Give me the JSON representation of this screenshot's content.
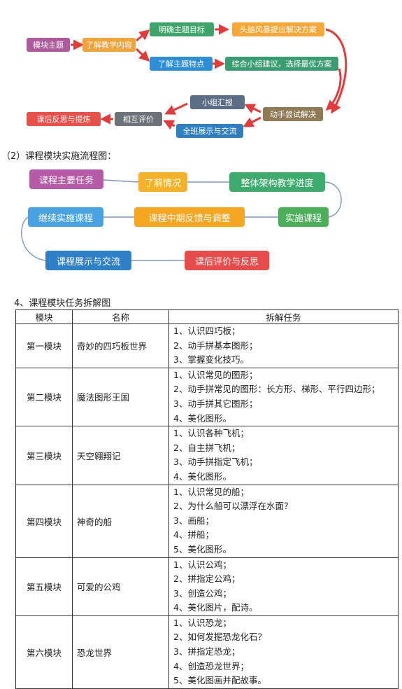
{
  "diagram1": {
    "nodes": {
      "module_theme": "模块主题",
      "understand_content": "了解教学内容",
      "clarify_goal": "明确主题目标",
      "brainstorm": "头脑风暴提出解决方案",
      "understand_features": "了解主题特点",
      "choose_best": "综合小组建议，选择最优方案",
      "hands_on": "动手尝试解决",
      "group_report": "小组汇报",
      "class_display": "全班展示与交流",
      "mutual_eval": "相互评价",
      "reflection": "课后反思与提炼"
    },
    "colors": {
      "module_theme": "#b05a9e",
      "understand_content": "#f2a23a",
      "clarify_goal": "#3fa46a",
      "brainstorm": "#f5a83a",
      "understand_features": "#2f8fd6",
      "choose_best": "#3a9c72",
      "hands_on": "#8e7a55",
      "group_report": "#5b6e86",
      "class_display": "#2f7fc1",
      "mutual_eval": "#6d7278",
      "reflection": "#e5514b",
      "arrow": "#e23b3b"
    }
  },
  "caption2": "（2）课程模块实施流程图：",
  "diagram2": {
    "nodes": {
      "main_task": "课程主要任务",
      "understand": "了解情况",
      "overall": "整体架构教学进度",
      "implement": "实施课程",
      "mid_feedback": "课程中期反馈与调整",
      "continue": "继续实施课程",
      "display": "课程展示与交流",
      "eval_reflect": "课后评价与反思"
    },
    "colors": {
      "main_task": "#b55aa7",
      "understand": "#f5b12a",
      "overall": "#3eaa6e",
      "implement": "#4cae5a",
      "mid_feedback": "#f5a623",
      "continue": "#4aa3e0",
      "display": "#2f80c6",
      "eval_reflect": "#e74c4c",
      "line": "#7f97b8"
    }
  },
  "heading4": "4、课程模块任务拆解图",
  "table": {
    "headers": [
      "模块",
      "名称",
      "拆解任务"
    ],
    "rows": [
      {
        "module": "第一模块",
        "name": "奇妙的四巧板世界",
        "tasks": [
          "1、认识四巧板；",
          "2、动手拼基本图形；",
          "3、掌握变化技巧。"
        ]
      },
      {
        "module": "第二模块",
        "name": "魔法图形王国",
        "tasks": [
          "1、认识常见的图形；",
          "2、动手拼常见的图形：长方形、梯形、平行四边形；",
          "3、动手拼其它图形；",
          "4、美化图形。"
        ]
      },
      {
        "module": "第三模块",
        "name": "天空翱翔记",
        "tasks": [
          "1、认识各种飞机；",
          "2、自主拼飞机；",
          "3、动手拼指定飞机；",
          "4、美化图形。"
        ]
      },
      {
        "module": "第四模块",
        "name": "神奇的船",
        "tasks": [
          "1、认识常见的船；",
          "2、为什么船可以漂浮在水面？",
          "3、画船；",
          "4、拼船；",
          "5、美化图形。"
        ]
      },
      {
        "module": "第五模块",
        "name": "可爱的公鸡",
        "tasks": [
          "1、认识公鸡；",
          "2、拼指定公鸡；",
          "3、创造公鸡；",
          "4、美化图片，配诗。"
        ]
      },
      {
        "module": "第六模块",
        "name": "恐龙世界",
        "tasks": [
          "1、认识恐龙；",
          "2、如何发掘恐龙化石？",
          "3、拼指定恐龙；",
          "4、创造恐龙世界；",
          "5、美化图画并配故事。"
        ]
      }
    ]
  }
}
